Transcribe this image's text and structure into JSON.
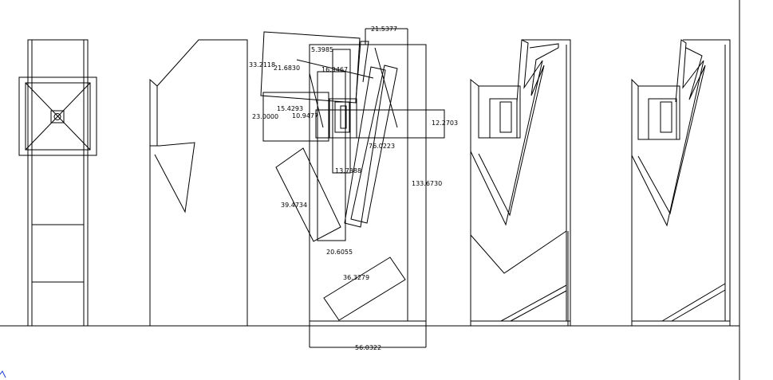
{
  "drawing": {
    "line_color": "#000000",
    "background": "#ffffff",
    "ucs_color": "#1b3fd6",
    "dimensions": {
      "d_21_5377": "21.5377",
      "d_5_3985": "5.3985",
      "d_33_2118": "33.2118",
      "d_21_6830": "21.6830",
      "d_16_9467": "16.9467",
      "d_15_4293": "15.4293",
      "d_23_0000": "23.0000",
      "d_10_9477": "10.9477",
      "d_12_2703": "12.2703",
      "d_76_0223": "76.0223",
      "d_13_7388": "13.7388",
      "d_133_6730": "133.6730",
      "d_39_4734": "39.4734",
      "d_20_6055": "20.6055",
      "d_36_3279": "36.3279",
      "d_56_0322": "56.0322"
    }
  }
}
